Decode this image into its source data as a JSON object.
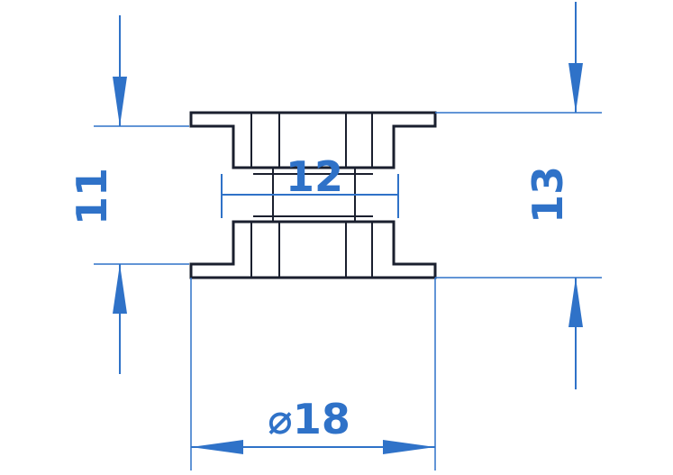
{
  "dimensions": {
    "width_11": "11",
    "hub_12": "12",
    "width_13": "13",
    "diameter_18": "⌀18"
  },
  "colors": {
    "dimension": "#2f72c8",
    "part_outline": "#1a1f2e",
    "background": "#ffffff"
  }
}
